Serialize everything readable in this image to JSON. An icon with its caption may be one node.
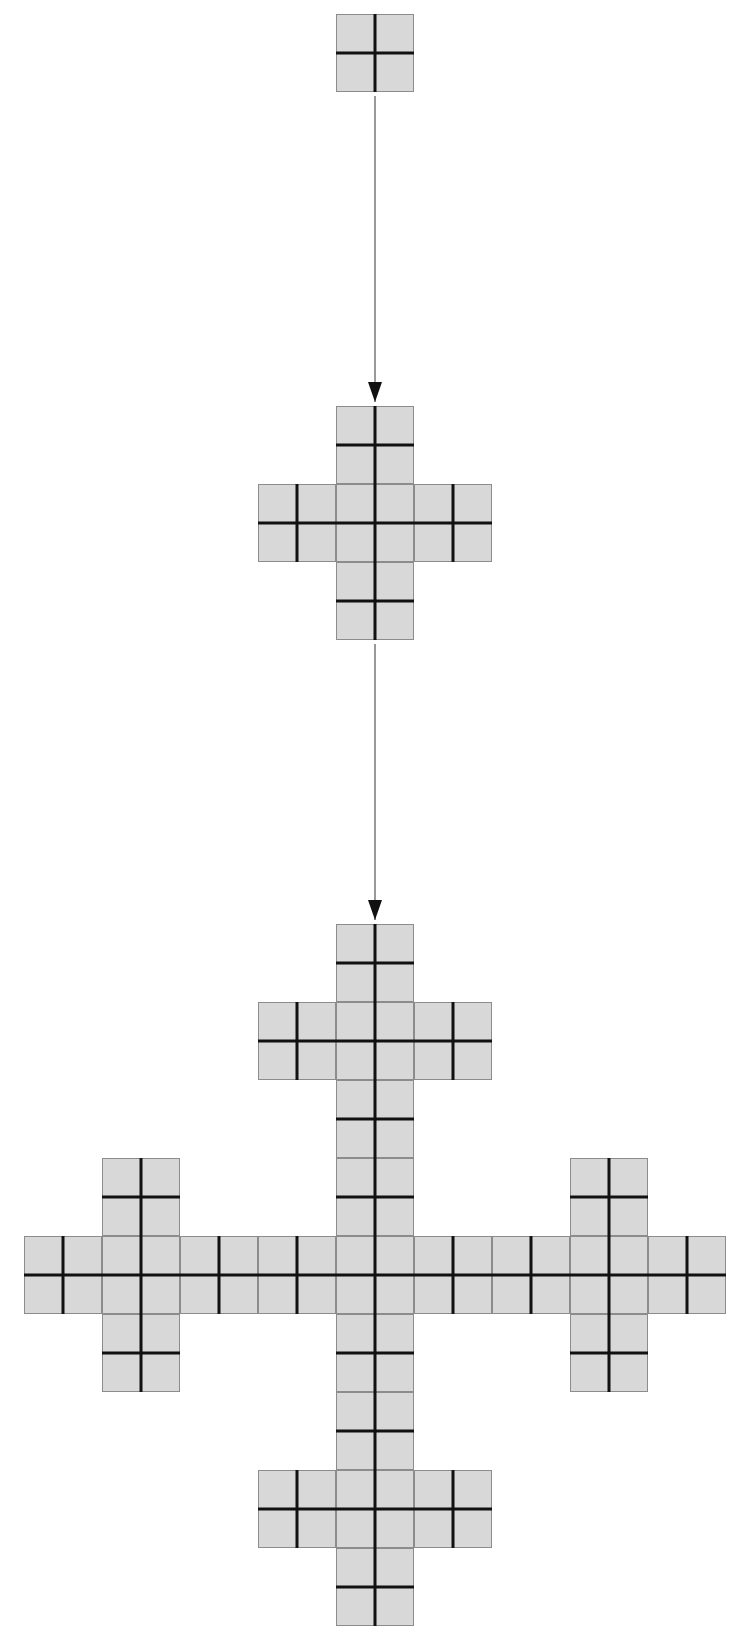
{
  "diagram": {
    "nodes": [
      {
        "text": [],
        "shape": "grid"
      },
      {
        "text": [],
        "shape": "cross"
      },
      {
        "text": [],
        "shape": "cross"
      }
    ],
    "edges": [
      {
        "from": 0,
        "to": 1,
        "arrow": "to"
      },
      {
        "from": 1,
        "to": 2,
        "arrow": "to"
      }
    ]
  }
}
